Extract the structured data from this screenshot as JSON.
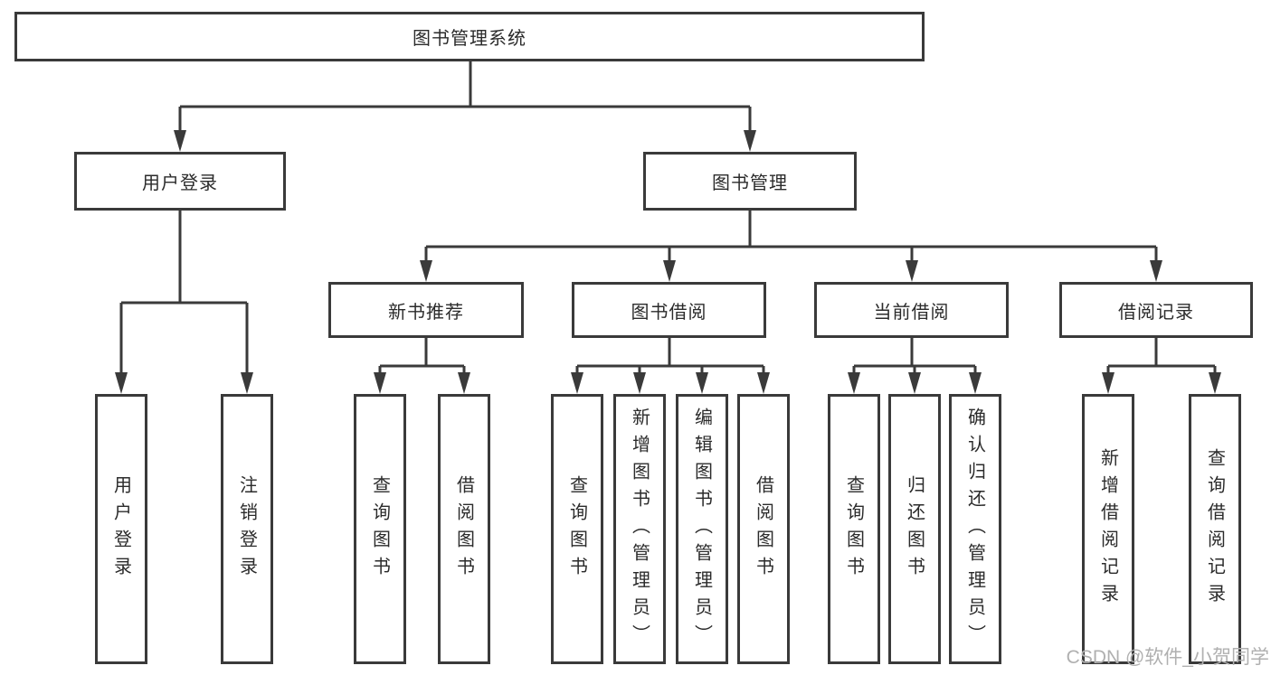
{
  "tree": {
    "root": "图书管理系统",
    "branches": [
      {
        "label": "用户登录",
        "leaves": [
          "用户登录",
          "注销登录"
        ]
      },
      {
        "label": "图书管理",
        "groups": [
          {
            "label": "新书推荐",
            "leaves": [
              "查询图书",
              "借阅图书"
            ]
          },
          {
            "label": "图书借阅",
            "leaves": [
              "查询图书",
              "新增图书（管理员）",
              "编辑图书（管理员）",
              "借阅图书"
            ]
          },
          {
            "label": "当前借阅",
            "leaves": [
              "查询图书",
              "归还图书",
              "确认归还（管理员）"
            ]
          },
          {
            "label": "借阅记录",
            "leaves": [
              "新增借阅记录",
              "查询借阅记录"
            ]
          }
        ]
      }
    ]
  },
  "watermark": {
    "text": "CSDN @软件_小贺同学"
  },
  "colors": {
    "line": "#3a3a3a",
    "text": "#2b2b2b",
    "watermark": "#b0b0b0",
    "background": "#ffffff"
  }
}
